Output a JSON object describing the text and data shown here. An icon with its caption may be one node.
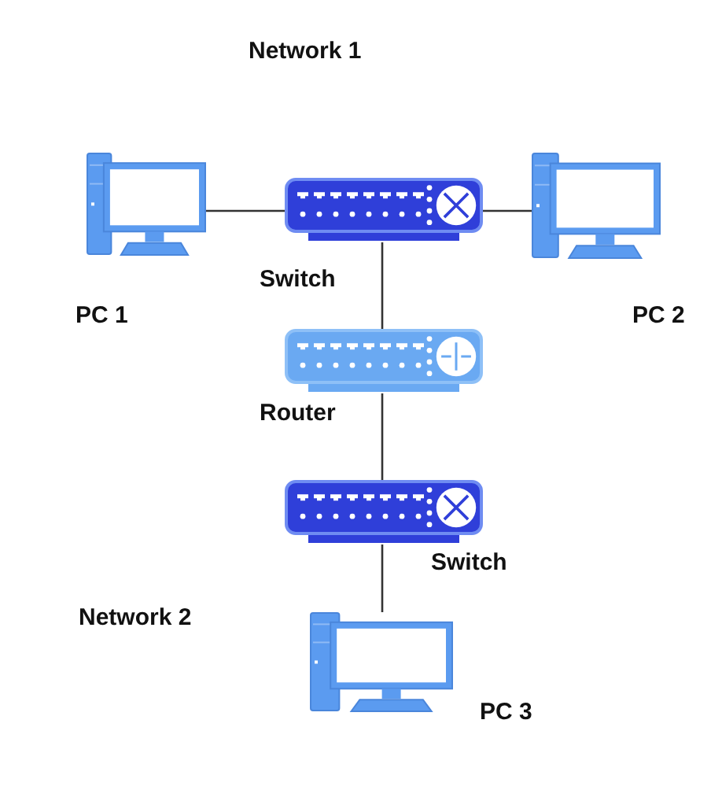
{
  "diagram": {
    "nodes": [
      {
        "text": [
          "PC 1"
        ]
      },
      {
        "text": [
          "Switch"
        ]
      },
      {
        "text": [
          "PC 2"
        ]
      },
      {
        "text": [
          "Router"
        ]
      },
      {
        "text": [
          "Switch"
        ]
      },
      {
        "text": [
          "PC 3"
        ]
      }
    ],
    "edges": [
      {
        "from": 0,
        "to": 1,
        "arrow": "none"
      },
      {
        "from": 1,
        "to": 2,
        "arrow": "none"
      },
      {
        "from": 1,
        "to": 3,
        "arrow": "none"
      },
      {
        "from": 3,
        "to": 4,
        "arrow": "none"
      },
      {
        "from": 4,
        "to": 5,
        "arrow": "none"
      }
    ],
    "labels": [
      "Network 1",
      "Network 2"
    ]
  }
}
